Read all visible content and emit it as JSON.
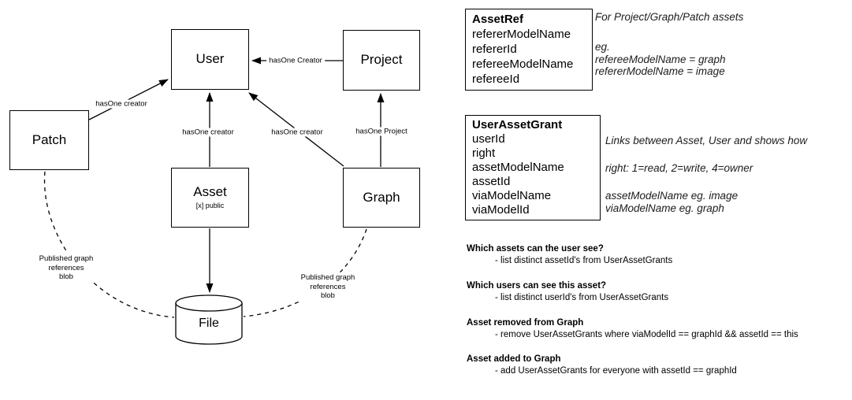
{
  "diagram": {
    "nodes": {
      "user": {
        "label": "User"
      },
      "project": {
        "label": "Project"
      },
      "patch": {
        "label": "Patch"
      },
      "asset": {
        "label": "Asset",
        "sublabel": "[x] public"
      },
      "graph": {
        "label": "Graph"
      },
      "file": {
        "label": "File"
      }
    },
    "edges": {
      "project_user": {
        "label": "hasOne Creator"
      },
      "patch_user": {
        "label": "hasOne creator"
      },
      "asset_user": {
        "label": "hasOne creator"
      },
      "graph_user": {
        "label": "hasOne creator"
      },
      "graph_project": {
        "label": "hasOne Project"
      },
      "patch_file": {
        "lines": [
          "Published graph",
          "references",
          "blob"
        ]
      },
      "graph_file": {
        "lines": [
          "Published graph",
          "references",
          "blob"
        ]
      }
    }
  },
  "schemas": [
    {
      "title": "AssetRef",
      "fields": [
        "refererModelName",
        "refererId",
        "refereeModelName",
        "refereeId"
      ]
    },
    {
      "title": "UserAssetGrant",
      "fields": [
        "userId",
        "right",
        "assetModelName",
        "assetId",
        "viaModelName",
        "viaModelId"
      ]
    }
  ],
  "notes": {
    "assetref_usage": "For Project/Graph/Patch assets",
    "assetref_eg_label": "eg.",
    "assetref_eg1": "refereeModelName = graph",
    "assetref_eg2": "refererModelName = image",
    "uag_desc": "Links between Asset, User and shows how",
    "uag_right": "right: 1=read, 2=write, 4=owner",
    "uag_eg1": "assetModelName eg. image",
    "uag_eg2": "viaModelName eg. graph"
  },
  "qa": [
    {
      "q": "Which assets can the user see?",
      "a": "- list distinct assetId's from UserAssetGrants"
    },
    {
      "q": "Which users can see this asset?",
      "a": "- list distinct userId's from UserAssetGrants"
    },
    {
      "q": "Asset removed from Graph",
      "a": "- remove UserAssetGrants where viaModelId == graphId && assetId == this"
    },
    {
      "q": "Asset added to Graph",
      "a": "- add UserAssetGrants for everyone with assetId == graphId"
    }
  ],
  "colors": {
    "ink": "#000000",
    "background": "#ffffff"
  }
}
